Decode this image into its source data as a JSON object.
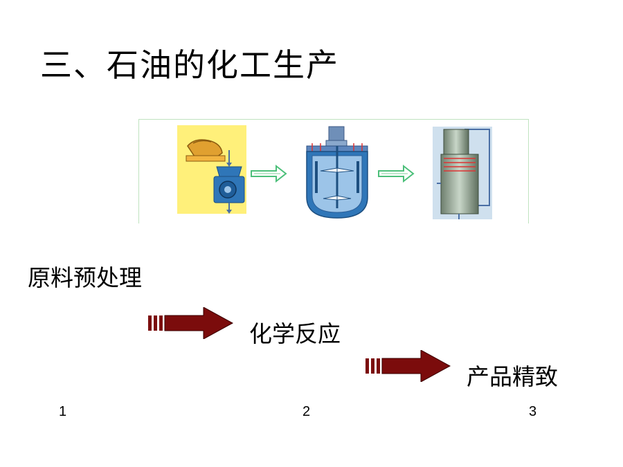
{
  "title": "三、石油的化工生产",
  "steps": [
    {
      "label": "原料预处理",
      "number": "1"
    },
    {
      "label": "化学反应",
      "number": "2"
    },
    {
      "label": "产品精致",
      "number": "3"
    }
  ],
  "colors": {
    "arrow_fill": "#7b0c0c",
    "panel_yellow": "#fff07a",
    "equipment_blue": "#2f76b8",
    "figure_border": "#bfe3bf"
  }
}
